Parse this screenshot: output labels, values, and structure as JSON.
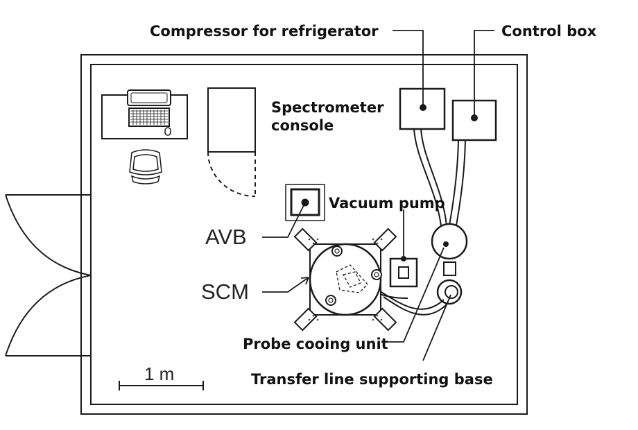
{
  "labels": {
    "compressor": "Compressor for refrigerator",
    "control_box": "Control box",
    "spectrometer_line1": "Spectrometer",
    "spectrometer_line2": "console",
    "vacuum_pump": "Vacuum pump",
    "avb": "AVB",
    "scm": "SCM",
    "probe_cooling_unit": "Probe cooing unit",
    "transfer_line_base": "Transfer line supporting base"
  },
  "scale_bar": {
    "label": "1 m"
  },
  "colors": {
    "line": "#1a1a1a",
    "background": "#ffffff"
  }
}
